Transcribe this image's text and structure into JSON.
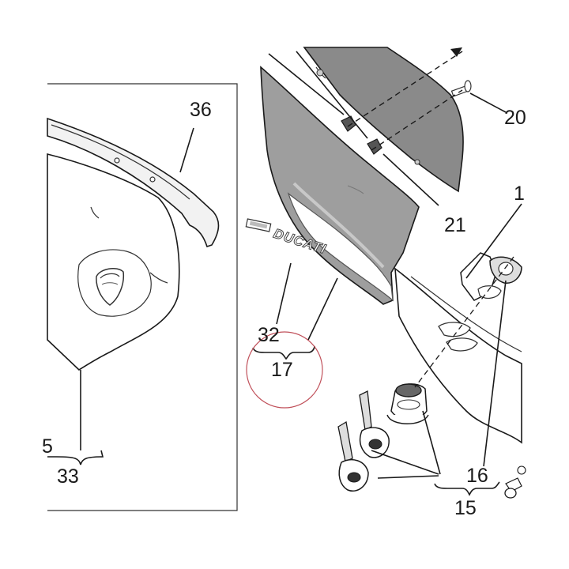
{
  "diagram": {
    "labels": {
      "p36": "36",
      "p20": "20",
      "p21": "21",
      "p1": "1",
      "p32": "32",
      "p17": "17",
      "p5": "5",
      "p33": "33",
      "p16": "16",
      "p15": "15"
    },
    "decal_text": "DUCATI",
    "colors": {
      "panel_gray": "#9e9e9e",
      "panel_light": "#ffffff",
      "line": "#1a1a1a",
      "highlight_circle": "#c0505a"
    }
  }
}
